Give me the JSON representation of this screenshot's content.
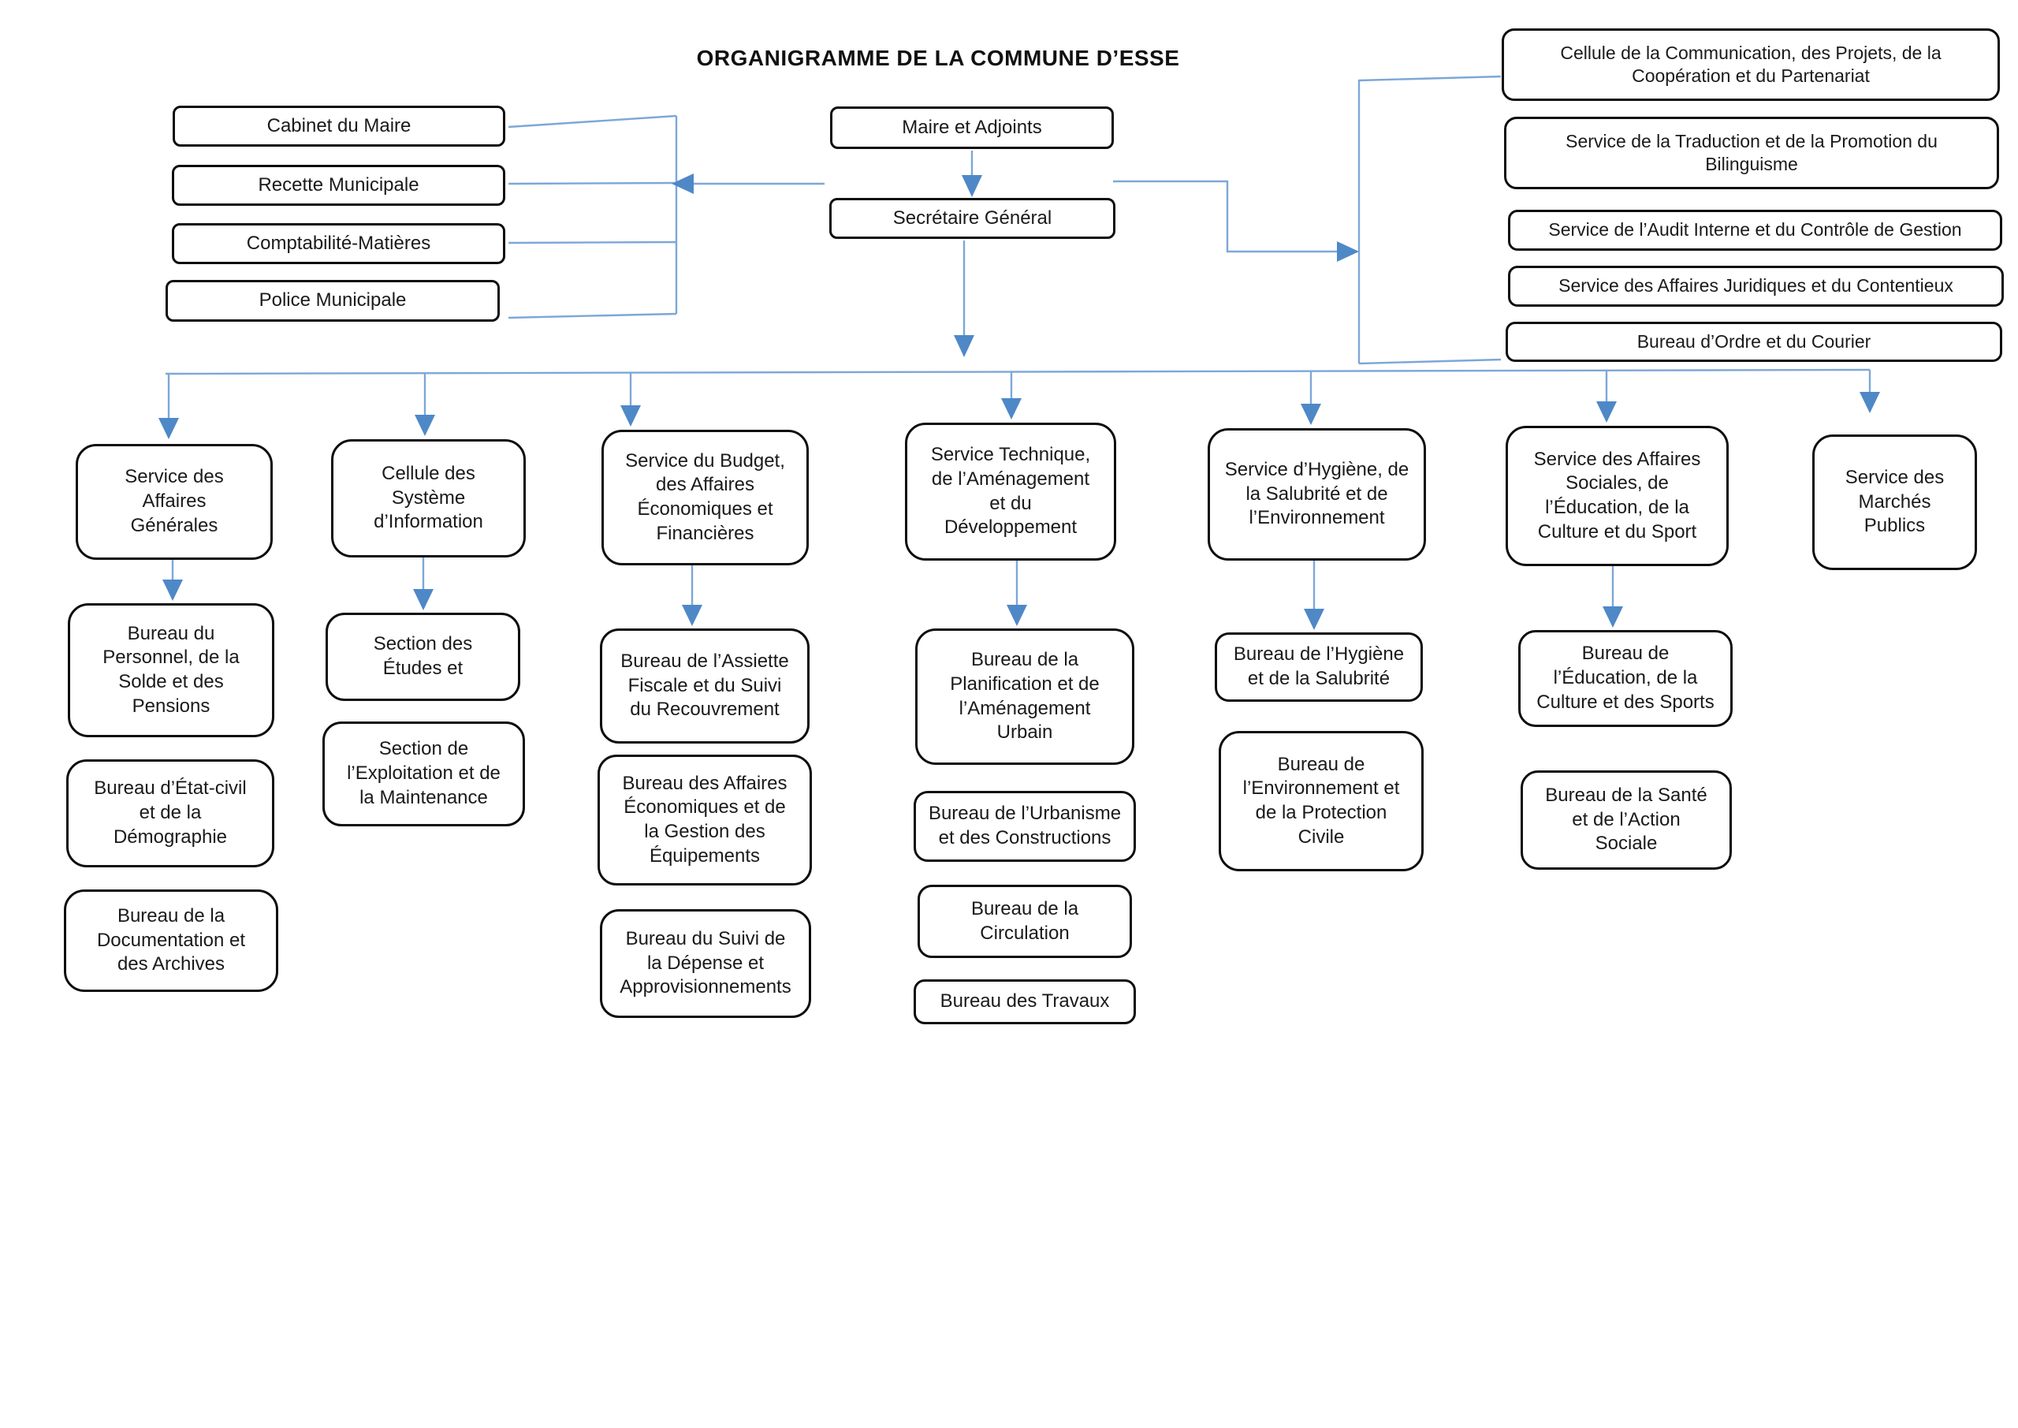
{
  "title": "ORGANIGRAMME DE LA COMMUNE D’ESSE",
  "colors": {
    "connector_line": "#7da7d8",
    "arrowhead": "#4f88c7",
    "box_border": "#0d0d0d",
    "box_background": "#ffffff",
    "text": "#1a1a1a"
  },
  "nodes": [
    {
      "id": "maire",
      "label": "Maire et Adjoints"
    },
    {
      "id": "secretaire",
      "label": "Secrétaire Général"
    },
    {
      "id": "cabinet",
      "label": "Cabinet du Maire"
    },
    {
      "id": "recette",
      "label": "Recette Municipale"
    },
    {
      "id": "comptabilite",
      "label": "Comptabilité-Matières"
    },
    {
      "id": "police",
      "label": "Police Municipale"
    },
    {
      "id": "cellule_comm",
      "label": "Cellule de la Communication, des Projets, de la\nCoopération et du Partenariat"
    },
    {
      "id": "traduction",
      "label": "Service de la Traduction et de la Promotion du\nBilinguisme"
    },
    {
      "id": "audit",
      "label": "Service de l’Audit Interne et du Contrôle de Gestion"
    },
    {
      "id": "juridiques",
      "label": "Service des Affaires Juridiques et du Contentieux"
    },
    {
      "id": "ordre",
      "label": "Bureau d’Ordre et du Courier"
    },
    {
      "id": "svc_generales",
      "label": "Service des\nAffaires\nGénérales"
    },
    {
      "id": "svc_si",
      "label": "Cellule des\nSystème\nd’Information"
    },
    {
      "id": "svc_budget",
      "label": "Service du Budget,\ndes Affaires\nÉconomiques et\nFinancières"
    },
    {
      "id": "svc_technique",
      "label": "Service Technique,\nde l’Aménagement\net du\nDéveloppement"
    },
    {
      "id": "svc_hygiene",
      "label": "Service d’Hygiène, de\nla Salubrité et de\nl’Environnement"
    },
    {
      "id": "svc_sociales",
      "label": "Service des Affaires\nSociales, de\nl’Éducation, de la\nCulture et du Sport"
    },
    {
      "id": "svc_marches",
      "label": "Service des\nMarchés\nPublics"
    },
    {
      "id": "b_personnel",
      "label": "Bureau du\nPersonnel, de la\nSolde et des\nPensions"
    },
    {
      "id": "b_etatcivil",
      "label": "Bureau d’État-civil\net de la\nDémographie"
    },
    {
      "id": "b_documentation",
      "label": "Bureau de la\nDocumentation et\ndes Archives"
    },
    {
      "id": "s_etudes",
      "label": "Section des\nÉtudes et"
    },
    {
      "id": "s_exploitation",
      "label": "Section de\nl’Exploitation et de\nla Maintenance"
    },
    {
      "id": "b_assiette",
      "label": "Bureau de l’Assiette\nFiscale et du Suivi\ndu Recouvrement"
    },
    {
      "id": "b_affaires_eco",
      "label": "Bureau des Affaires\nÉconomiques et de\nla Gestion des\nÉquipements"
    },
    {
      "id": "b_suivi_depense",
      "label": "Bureau du Suivi de\nla Dépense et\nApprovisionnements"
    },
    {
      "id": "b_planification",
      "label": "Bureau de la\nPlanification et de\nl’Aménagement\nUrbain"
    },
    {
      "id": "b_urbanisme",
      "label": "Bureau de l’Urbanisme\net des Constructions"
    },
    {
      "id": "b_circulation",
      "label": "Bureau de la\nCirculation"
    },
    {
      "id": "b_travaux",
      "label": "Bureau des Travaux"
    },
    {
      "id": "b_hyg_salubrite",
      "label": "Bureau de l’Hygiène\net de la Salubrité"
    },
    {
      "id": "b_env_protection",
      "label": "Bureau de\nl’Environnement et\nde la Protection\nCivile"
    },
    {
      "id": "b_education",
      "label": "Bureau de\nl’Éducation, de la\nCulture et des Sports"
    },
    {
      "id": "b_sante",
      "label": "Bureau de la Santé\net de l’Action\nSociale"
    }
  ]
}
